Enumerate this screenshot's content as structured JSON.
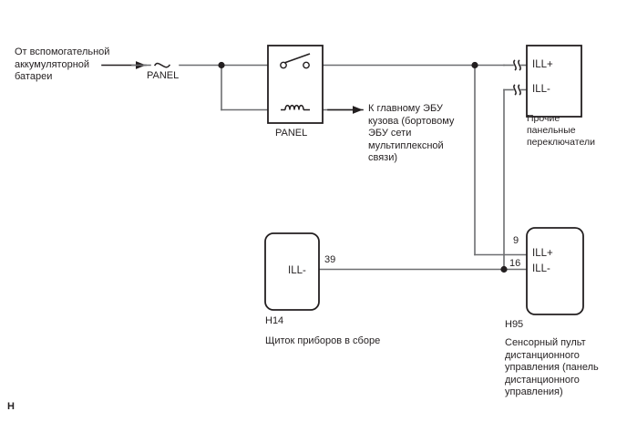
{
  "diagram": {
    "type": "automotive-wiring-diagram",
    "title_mark": "H",
    "colors": {
      "wire": "#6d6e71",
      "outline": "#231f20",
      "text": "#231f20",
      "background": "#ffffff"
    },
    "source_label": "От вспомогательной\nаккумуляторной\nбатареи",
    "fuse": {
      "name": "fuse-panel",
      "label": "PANEL"
    },
    "relay": {
      "name": "relay-panel",
      "label": "PANEL",
      "contacts": "normally-open-switch",
      "coil": "relay-coil"
    },
    "branch_output": {
      "label": "К главному ЭБУ\nкузова (бортовому\nЭБУ сети\nмультиплексной\nсвязи)"
    },
    "components": [
      {
        "id": "other-panel-switches",
        "code": "",
        "caption": "Прочие\nпанельные\nпереключатели",
        "terminals": [
          {
            "name": "ILL+",
            "pin": ""
          },
          {
            "name": "ILL-",
            "pin": ""
          }
        ]
      },
      {
        "id": "instrument-cluster",
        "code": "H14",
        "caption": "Щиток приборов в сборе",
        "terminals": [
          {
            "name": "ILL-",
            "pin": "39"
          }
        ]
      },
      {
        "id": "touch-remote-control",
        "code": "H95",
        "caption": "Сенсорный пульт\nдистанционного\nуправления (панель\nдистанционного\nуправления)",
        "terminals": [
          {
            "name": "ILL+",
            "pin": "9"
          },
          {
            "name": "ILL-",
            "pin": "16"
          }
        ]
      }
    ]
  }
}
